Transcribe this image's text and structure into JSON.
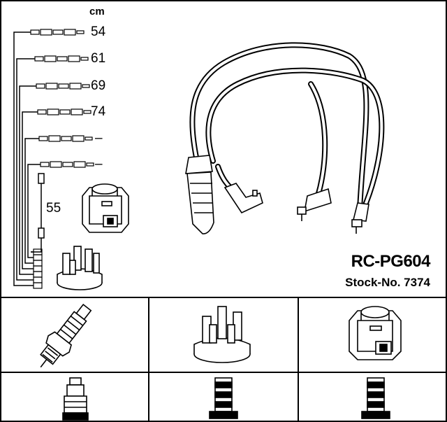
{
  "diagram": {
    "unit": "cm",
    "lengths": [
      "54",
      "61",
      "69",
      "74",
      "–",
      "–"
    ],
    "coil_lead_length": "55",
    "model": "RC-PG604",
    "stock": "Stock-No. 7374"
  },
  "icons": {
    "main": [
      "ignition-cable-set",
      "ignition-coil-icon",
      "distributor-cap-icon"
    ],
    "grid_row1": [
      "spark-plug-icon",
      "distributor-cap-icon",
      "ignition-coil-icon"
    ],
    "grid_row2": [
      "plug-terminal-icon",
      "cap-terminal-icon",
      "coil-terminal-icon"
    ]
  }
}
